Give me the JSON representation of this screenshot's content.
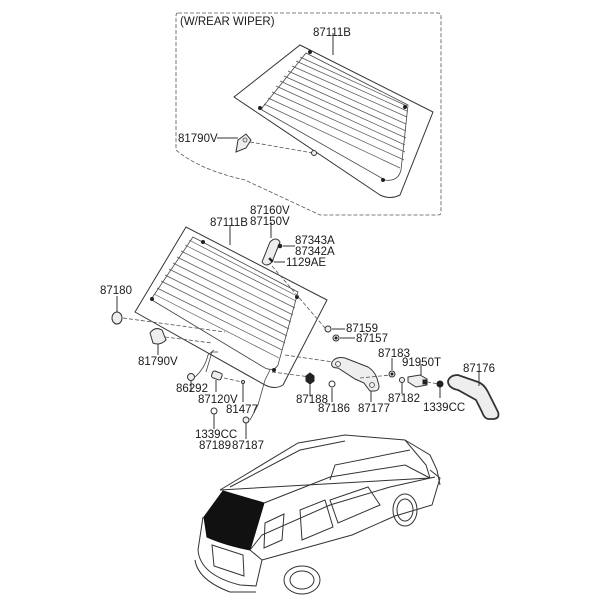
{
  "diagram": {
    "inset_title": "(W/REAR WIPER)",
    "labels": {
      "glass_top": "87111B",
      "bracket_top": "81790V",
      "garnish_1": "87160V",
      "garnish_2": "87150V",
      "glass_main": "87111B",
      "clip_a1": "87343A",
      "clip_a2": "87342A",
      "screw": "1129AE",
      "fastener_left": "87180",
      "nut_1": "87159",
      "nut_2": "87157",
      "bracket_main": "81790V",
      "grommet": "86292",
      "connector": "87120V",
      "pin": "81477",
      "bolt_1": "1339CC",
      "clip_189": "87189",
      "clip_187": "87187",
      "nut_188": "87188",
      "clip_186": "87186",
      "holder": "87177",
      "clip_183": "87183",
      "clip_182": "87182",
      "sensor": "91950T",
      "bolt_2": "1339CC",
      "cover": "87176"
    }
  }
}
